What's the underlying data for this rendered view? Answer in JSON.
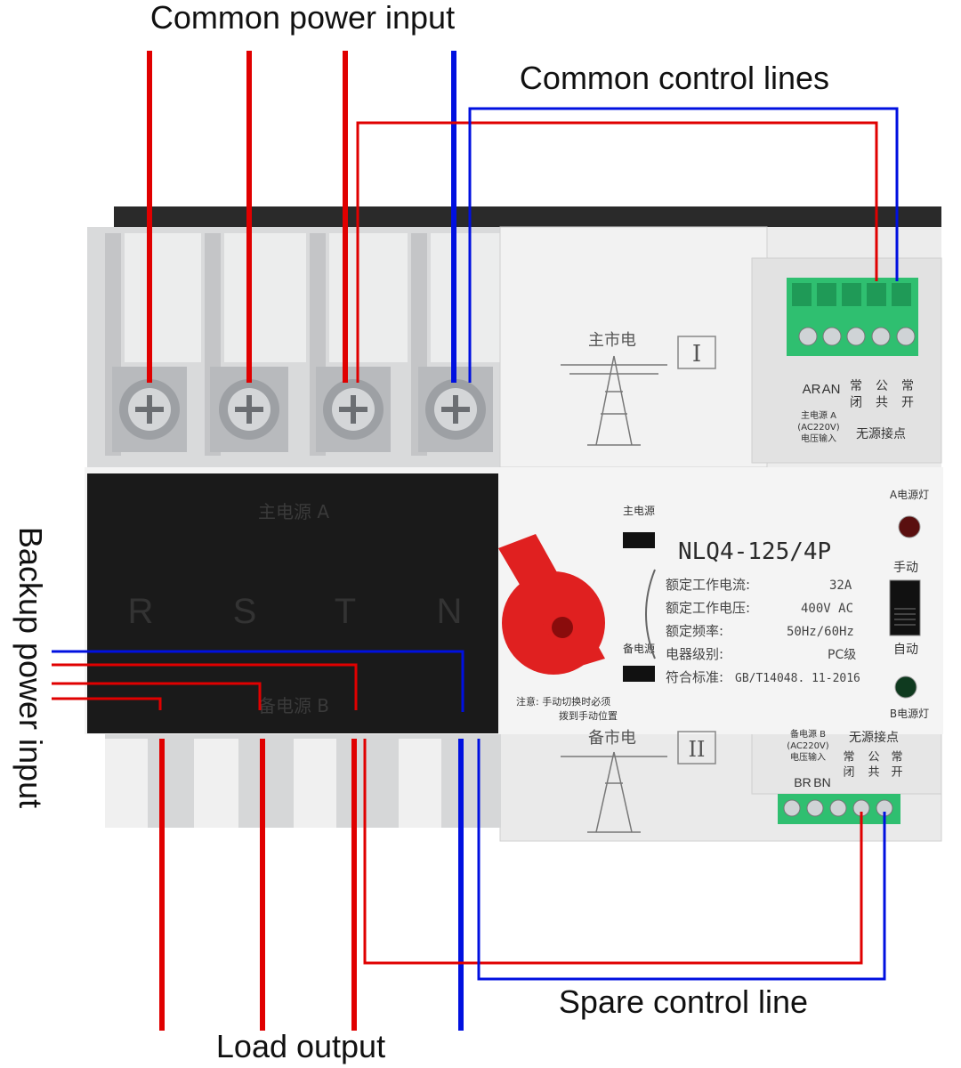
{
  "labels": {
    "common_power_input": "Common power input",
    "common_control_lines": "Common control lines",
    "backup_power_input": "Backup power input",
    "spare_control_line": "Spare control line",
    "load_output": "Load output"
  },
  "colors": {
    "wire_live": "#e00000",
    "wire_neutral": "#0010e0",
    "knob": "#e02020",
    "terminal_block": "#2fbf70",
    "black_cover": "#1a1a1a"
  },
  "device": {
    "model": "NLQ4-125/4P",
    "spec_rows": [
      {
        "key": "额定工作电流:",
        "value": "32A"
      },
      {
        "key": "额定工作电压:",
        "value": "400V AC"
      },
      {
        "key": "额定频率:",
        "value": "50Hz/60Hz"
      },
      {
        "key": "电器级别:",
        "value": "PC级"
      },
      {
        "key": "符合标准:",
        "value": "GB/T14048. 11-2016"
      }
    ],
    "main_source_label": "主电源",
    "backup_source_label": "备电源",
    "notice_line1": "注意: 手动切换时必须",
    "notice_line2": "拨到手动位置",
    "manual": "手动",
    "auto": "自动",
    "lamp_a": "A电源灯",
    "lamp_b": "B电源灯",
    "cover_top": "主电源 A",
    "cover_bottom": "备电源 B",
    "phases": [
      "R",
      "S",
      "T",
      "N"
    ],
    "top_section": {
      "grid_label": "主市电",
      "roman": "I",
      "term_ar": "AR",
      "term_an": "AN",
      "input_line1": "主电源 A",
      "input_line2": "(AC220V)",
      "input_line3": "电压输入",
      "contact_nc": "常 闭",
      "contact_com": "公 共",
      "contact_no": "常 开",
      "passive_contacts": "无源接点"
    },
    "bottom_section": {
      "grid_label": "备市电",
      "roman": "II",
      "term_br": "BR",
      "term_bn": "BN",
      "input_line1": "备电源 B",
      "input_line2": "(AC220V)",
      "input_line3": "电压输入",
      "contact_nc": "常 闭",
      "contact_com": "公 共",
      "contact_no": "常 开",
      "passive_contacts": "无源接点"
    }
  }
}
